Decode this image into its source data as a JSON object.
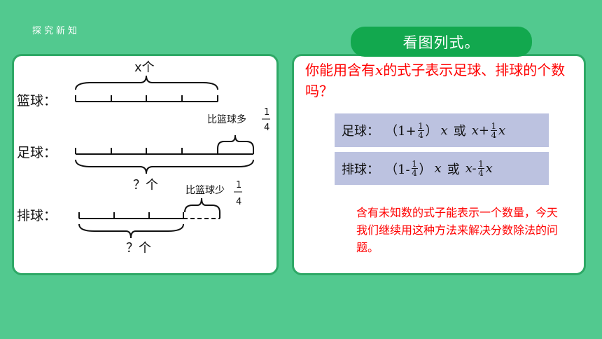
{
  "section_tag": "探究新知",
  "header_pill": "看图列式。",
  "question": {
    "before": "你能用含有",
    "var": "x",
    "after": "的式子表示足球、排球的个数吗？"
  },
  "diagram": {
    "basketball_label": "篮球：",
    "basketball_count": "x个",
    "soccer_label": "足球：",
    "soccer_more": "比篮球多",
    "soccer_count": "？个",
    "volleyball_label": "排球：",
    "volleyball_less": "比篮球少",
    "volleyball_count": "？个",
    "fraction_num": "1",
    "fraction_den": "4"
  },
  "soccer_formula": {
    "label": "足球：",
    "open": "（1+",
    "close": "）",
    "x": "x",
    "or": "或",
    "alt_start": "x+",
    "alt_end": "x"
  },
  "volley_formula": {
    "label": "排球：",
    "open": "（1-",
    "close": "）",
    "x": "x",
    "or": "或",
    "alt_start": "x-",
    "alt_end": "x"
  },
  "fraction": {
    "num": "1",
    "den": "4"
  },
  "note": "含有未知数的式子能表示一个数量，今天我们继续用这种方法来解决分数除法的问题。",
  "colors": {
    "background": "#52c98f",
    "pill": "#12a84e",
    "panel_border": "#2ea866",
    "formula_box": "#bcc2e0",
    "red_text": "#ff0000"
  }
}
